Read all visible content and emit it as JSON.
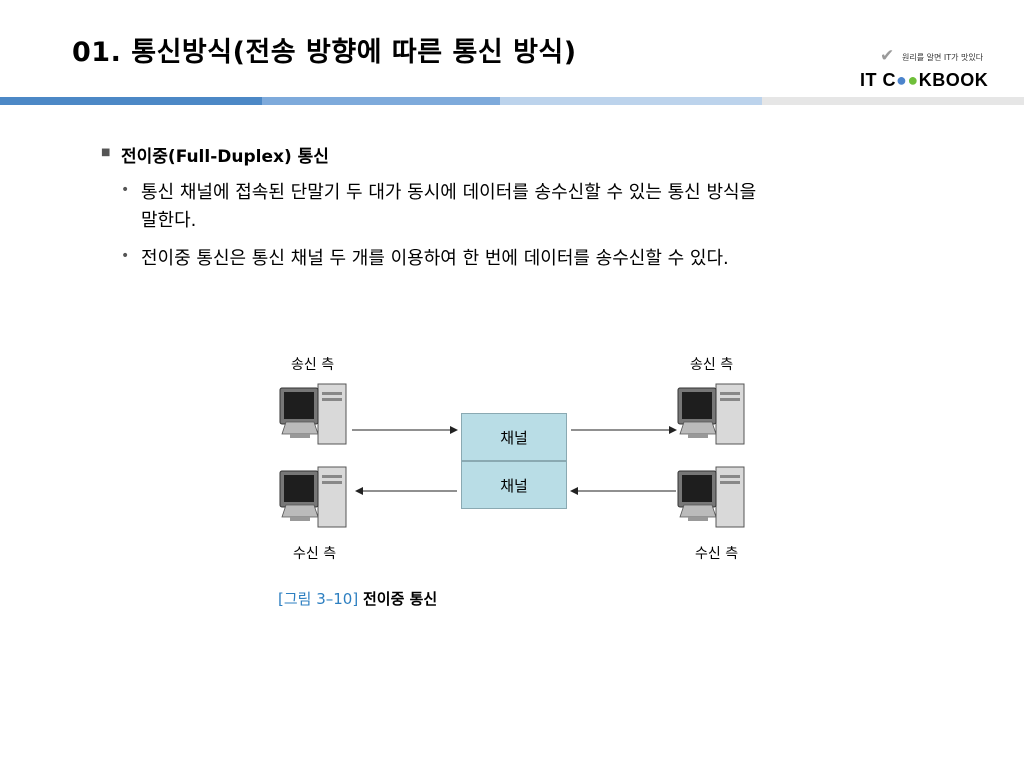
{
  "slide": {
    "title": "01. 통신방식(전송 방향에 따른 통신 방식)"
  },
  "logo": {
    "tagline": "원리를 알면 IT가 맛있다",
    "brand_pre": "IT C",
    "brand_o1": "●",
    "brand_o2": "●",
    "brand_post": "KBOOK"
  },
  "content": {
    "heading": "전이중(Full-Duplex) 통신",
    "bullet1_line1": "통신 채널에 접속된 단말기 두 대가 동시에 데이터를 송수신할 수 있는 통신 방식을",
    "bullet1_line2": "말한다.",
    "bullet2": "전이중 통신은 통신 채널 두 개를 이용하여 한 번에 데이터를 송수신할 수 있다.",
    "bullet_glyph": "•",
    "square_glyph": "■"
  },
  "diagram": {
    "sender_left": "송신 측",
    "sender_right": "송신 측",
    "receiver_left": "수신 측",
    "receiver_right": "수신 측",
    "channel_top": "채널",
    "channel_bottom": "채널",
    "caption_num": "[그림 3–10]",
    "caption_title": "전이중 통신"
  }
}
